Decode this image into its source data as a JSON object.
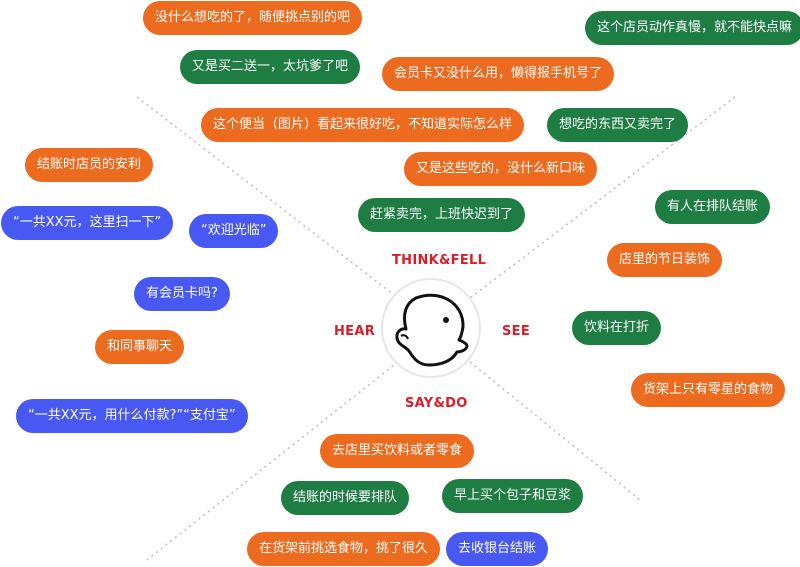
{
  "colors": {
    "orange": "#ec6b1f",
    "green": "#1e7d43",
    "blue": "#4759f2",
    "label_red": "#d71e2b",
    "line_gray": "#bdbdbd"
  },
  "quadrants": {
    "think_feel": "THINK&FELL",
    "hear": "HEAR",
    "see": "SEE",
    "say_do": "SAY&DO"
  },
  "center_icon": "head-profile-icon",
  "notes": [
    {
      "text": "没什么想吃的了，随便挑点别的吧",
      "color": "orange"
    },
    {
      "text": "这个店员动作真慢，就不能快点嘛",
      "color": "green"
    },
    {
      "text": "又是买二送一，太坑爹了吧",
      "color": "green"
    },
    {
      "text": "会员卡又没什么用，懒得报手机号了",
      "color": "orange"
    },
    {
      "text": "这个便当（图片）看起来很好吃，不知道实际怎么样",
      "color": "orange"
    },
    {
      "text": "想吃的东西又卖完了",
      "color": "green"
    },
    {
      "text": "结账时店员的安利",
      "color": "orange"
    },
    {
      "text": "又是这些吃的，没什么新口味",
      "color": "orange"
    },
    {
      "text": "有人在排队结账",
      "color": "green"
    },
    {
      "text": "“一共XX元，这里扫一下”",
      "color": "blue"
    },
    {
      "text": "“欢迎光临”",
      "color": "blue"
    },
    {
      "text": "赶紧卖完，上班快迟到了",
      "color": "green"
    },
    {
      "text": "店里的节日装饰",
      "color": "orange"
    },
    {
      "text": "有会员卡吗?",
      "color": "blue"
    },
    {
      "text": "饮料在打折",
      "color": "green"
    },
    {
      "text": "和同事聊天",
      "color": "orange"
    },
    {
      "text": "货架上只有零星的食物",
      "color": "orange"
    },
    {
      "text": "“一共XX元，用什么付款?”“支付宝”",
      "color": "blue"
    },
    {
      "text": "去店里买饮料或者零食",
      "color": "orange"
    },
    {
      "text": "结账的时候要排队",
      "color": "green"
    },
    {
      "text": "早上买个包子和豆浆",
      "color": "green"
    },
    {
      "text": "在货架前挑选食物，挑了很久",
      "color": "orange"
    },
    {
      "text": "去收银台结账",
      "color": "blue"
    }
  ]
}
